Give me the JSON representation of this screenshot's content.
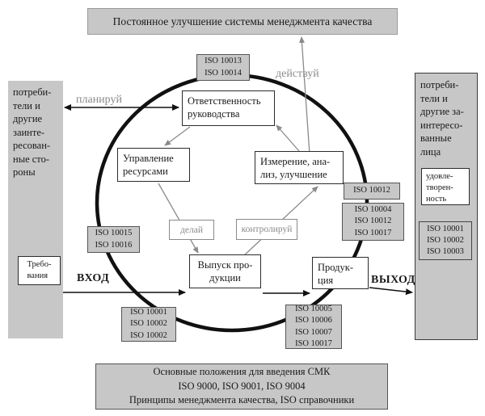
{
  "top_banner": "Постоянное улучшение системы менеджмента качества",
  "left_panel": {
    "label": "потреби-\nтели и\nдругие\nзаинте-\nресован-\nные сто-\nроны",
    "requirements": "Требо-\nвания"
  },
  "right_panel": {
    "label": "потреби-\nтели и\nдругие за-\nинтересо-\nванные\nлица",
    "satisfaction": "удовле-\nтворен-\nность",
    "iso": "ISO 10001\nISO 10002\nISO 10003"
  },
  "process_boxes": {
    "management": "Ответственность\nруководства",
    "resources": "Управление\nресурсами",
    "measurement": "Измерение, ана-\nлиз, улучшение",
    "realization": "Выпуск про-\nдукции",
    "product": "Продук-\nция"
  },
  "pdca": {
    "plan": "планируй",
    "do": "делай",
    "check": "контролируй",
    "act": "действуй"
  },
  "flow": {
    "input": "ВХОД",
    "output": "ВЫХОД"
  },
  "iso_boxes": {
    "top": "ISO 10013\nISO 10014",
    "left": "ISO 10015\nISO 10016",
    "right_small": "ISO 10012",
    "right_large": "ISO 10004\nISO 10012\nISO 10017",
    "bottom_left": "ISO 10001\nISO 10002\nISO 10002",
    "bottom_right": "ISO 10005\nISO 10006\nISO 10007\nISO 10017"
  },
  "bottom_banner": "Основные положения для введения СМК\nISO 9000, ISO 9001, ISO 9004\nПринципы менеджмента качества, ISO справочники",
  "colors": {
    "gray_fill": "#c7c7c7",
    "arrow_gray": "#8a8a8a",
    "line_black": "#111111"
  }
}
